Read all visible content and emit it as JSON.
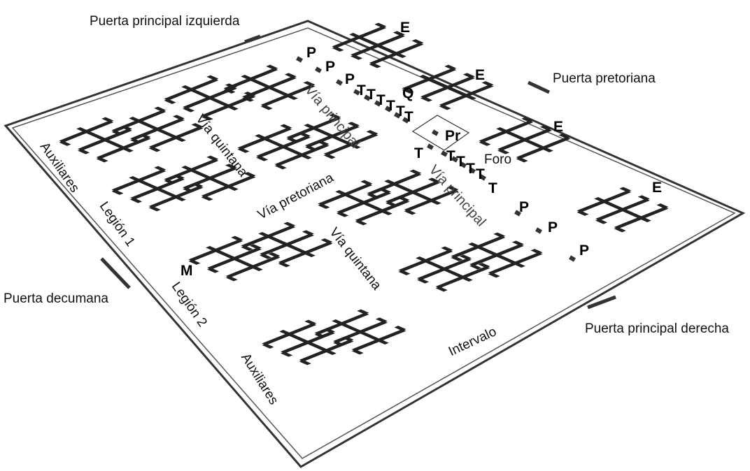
{
  "gates": {
    "left_principal": "Puerta principal izquierda",
    "praetorian": "Puerta pretoriana",
    "decumana": "Puerta decumana",
    "right_principal": "Puerta principal derecha"
  },
  "roads": {
    "principal_1": "Vía principal",
    "principal_2": "Vía principal",
    "quintana_1": "Vía quintana",
    "quintana_2": "Vía quintana",
    "pretoriana": "Vía pretoriana"
  },
  "areas": {
    "auxiliares_1": "Auxiliares",
    "auxiliares_2": "Auxiliares",
    "legion_1": "Legión 1",
    "legion_2": "Legión 2",
    "intervalo": "Intervalo",
    "foro": "Foro"
  },
  "markers": {
    "E": "E",
    "P": "P",
    "T": "T",
    "Q": "Q",
    "Pr": "Pr",
    "M": "M"
  },
  "colors": {
    "ink": "#222222",
    "wall": "#333333"
  }
}
